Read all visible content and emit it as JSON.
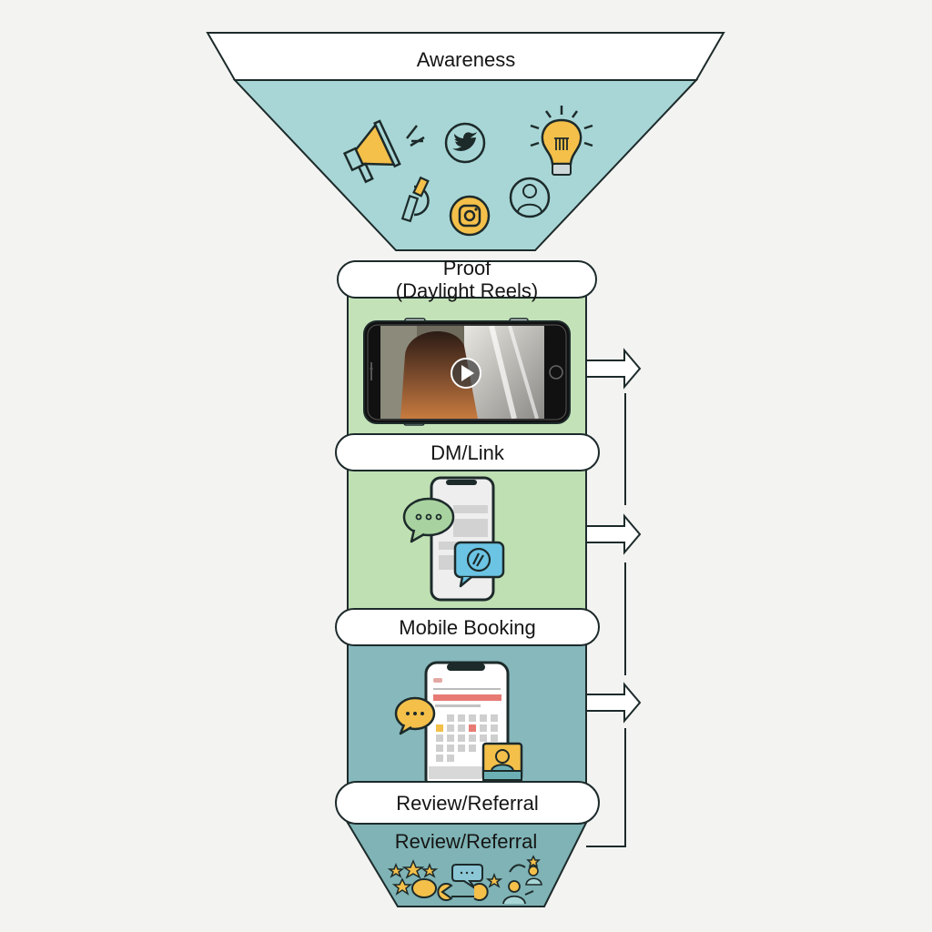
{
  "diagram": {
    "type": "marketing-funnel",
    "colors": {
      "background": "#f3f3f2",
      "awareness_fill": "#a8d6d6",
      "proof_fill": "#c3e2b8",
      "dm_fill": "#bfe0b3",
      "booking_fill": "#86b8bc",
      "review_fill": "#7fb3b5",
      "accent_yellow": "#f4c04a",
      "accent_blue": "#6cc4e4",
      "accent_red": "#e77b74",
      "outline": "#1d2a2a"
    },
    "stages": [
      {
        "id": "awareness",
        "label": "Awareness",
        "icons": [
          "megaphone-icon",
          "twitter-icon",
          "lightbulb-icon",
          "pen-icon",
          "instagram-icon",
          "user-profile-icon"
        ]
      },
      {
        "id": "proof",
        "label_line1": "Proof",
        "label_line2": "(Daylight Reels)",
        "icons": [
          "smartphone-video-icon",
          "play-icon"
        ]
      },
      {
        "id": "dm-link",
        "label": "DM/Link",
        "icons": [
          "chat-bubble-icon",
          "link-bubble-icon",
          "smartphone-icon"
        ]
      },
      {
        "id": "mobile-booking",
        "label": "Mobile Booking",
        "icons": [
          "calendar-phone-icon",
          "chat-bubble-icon",
          "profile-card-icon"
        ]
      },
      {
        "id": "review-referral",
        "label": "Review/Referral",
        "icons": [
          "star-icon",
          "speech-bubble-icon",
          "referral-icon"
        ]
      }
    ],
    "bottom_label": "Review/Referral",
    "feedback_arrows": 3
  }
}
